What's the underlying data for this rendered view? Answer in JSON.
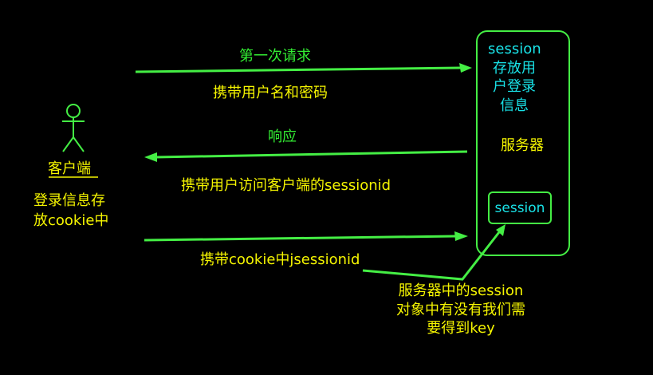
{
  "actor": {
    "name": "客户端"
  },
  "client": {
    "store_lines": [
      "登录信息存",
      "放cookie中"
    ]
  },
  "server": {
    "session_lines": [
      "session",
      "存放用",
      "户登录",
      "信息"
    ],
    "name": "服务器",
    "session_box_label": "session"
  },
  "messages": {
    "request_label": "第一次请求",
    "request_sub": "携带用户名和密码",
    "response_label": "响应",
    "response_sub": "携带用户访问客户端的sessionid",
    "third_sub": "携带cookie中jsessionid"
  },
  "annotation": {
    "lines": [
      "服务器中的session",
      "对象中有没有我们需",
      "要得到key"
    ]
  },
  "colors": {
    "arrow": "#44ee44",
    "label_yellow": "#f5f500",
    "label_green": "#33ee33",
    "label_cyan": "#19e3e8",
    "background": "#000000"
  }
}
